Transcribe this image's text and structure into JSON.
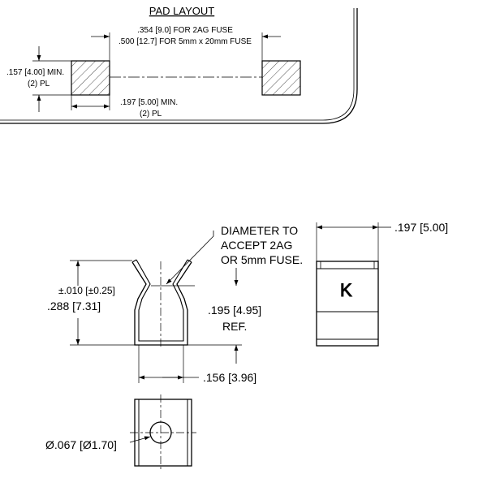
{
  "pad_layout": {
    "title": "PAD LAYOUT",
    "spacing_2ag": ".354 [9.0] FOR 2AG FUSE",
    "spacing_5x20": ".500 [12.7] FOR 5mm x 20mm FUSE",
    "pad_height_1": ".157 [4.00] MIN.",
    "pad_height_2": "(2) PL",
    "pad_width_1": ".197 [5.00] MIN.",
    "pad_width_2": "(2) PL"
  },
  "clip_front": {
    "diameter_note_1": "DIAMETER TO",
    "diameter_note_2": "ACCEPT 2AG",
    "diameter_note_3": "OR 5mm FUSE.",
    "tolerance": "±.010 [±0.25]",
    "height": ".288 [7.31]",
    "ref_height_1": ".195 [4.95]",
    "ref_height_2": "REF.",
    "width": ".156 [3.96]"
  },
  "clip_side": {
    "width": ".197 [5.00]",
    "logo": "K"
  },
  "clip_bottom": {
    "hole": "Ø.067 [Ø1.70]"
  }
}
